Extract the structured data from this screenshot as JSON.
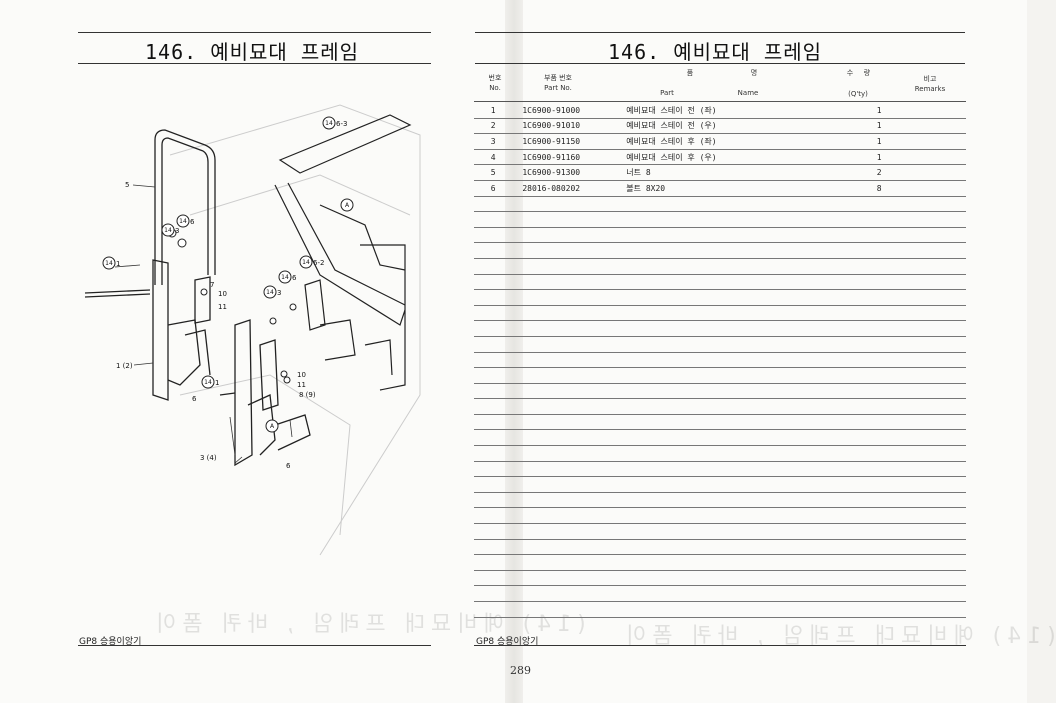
{
  "left_page": {
    "title": "146. 예비묘대 프레임",
    "footer": "GP8 승용이앙기",
    "callouts": {
      "c5": "5",
      "c6_3": "6-3",
      "c14_6": "6",
      "c14_3": "3",
      "c14_1": "1",
      "c7": "7",
      "c10": "10",
      "c11": "11",
      "c12": "1 (2)",
      "c14_1b": "1",
      "c6": "6",
      "cA": "A",
      "c6_2": "6-2",
      "c14_3b": "3",
      "c14_6b": "6",
      "c10b": "10",
      "c11b": "11",
      "c8": "8 (9)",
      "cAb": "A",
      "c34": "3 (4)",
      "c6b": "6"
    },
    "balloon": "14"
  },
  "right_page": {
    "title": "146. 예비묘대 프레임",
    "footer": "GP8 승용이앙기",
    "page_number": "289",
    "headers": {
      "no_ko": "번호",
      "no_en": "No.",
      "pn_ko": "부품 번호",
      "pn_en": "Part  No.",
      "name_ko1": "품",
      "name_ko2": "명",
      "name_en1": "Part",
      "name_en2": "Name",
      "qty_ko1": "수",
      "qty_ko2": "량",
      "qty_en": "(Q'ty)",
      "rem_ko": "비고",
      "rem_en": "Remarks"
    },
    "rows": [
      {
        "no": "1",
        "part_no": "1C6900-91000",
        "name": "예비묘대 스테이 전 (좌)",
        "qty": "1",
        "remarks": ""
      },
      {
        "no": "2",
        "part_no": "1C6900-91010",
        "name": "예비묘대 스테이 전 (우)",
        "qty": "1",
        "remarks": ""
      },
      {
        "no": "3",
        "part_no": "1C6900-91150",
        "name": "예비묘대 스테이 후 (좌)",
        "qty": "1",
        "remarks": ""
      },
      {
        "no": "4",
        "part_no": "1C6900-91160",
        "name": "예비묘대 스테이 후 (우)",
        "qty": "1",
        "remarks": ""
      },
      {
        "no": "5",
        "part_no": "1C6900-91300",
        "name": "너트 8",
        "qty": "2",
        "remarks": ""
      },
      {
        "no": "6",
        "part_no": "28016-080202",
        "name": "볼트 8X20",
        "qty": "8",
        "remarks": ""
      }
    ],
    "blank_rows": 27
  },
  "ghost_text": {
    "left": "(14)  예비묘대 프레임 ,  바퀴  폼이",
    "right": "(14)  예비묘대 프레임 ,  바퀴  폼이"
  }
}
